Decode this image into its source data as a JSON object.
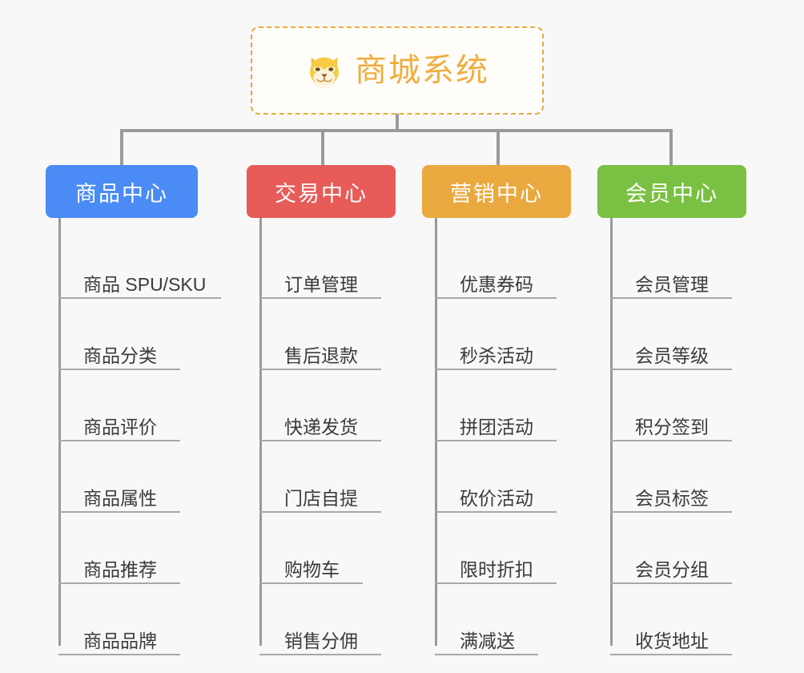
{
  "diagram": {
    "type": "organization-tree",
    "background_color": "#f8f8f8",
    "root": {
      "title": "商城系统",
      "icon": "dog-face-icon",
      "text_color": "#efae3f",
      "border_color": "#e9a93c",
      "border_style": "dashed"
    },
    "connector_color": "#9a9a9a",
    "categories": [
      {
        "label": "商品中心",
        "color": "#4a8bf5",
        "items": [
          "商品 SPU/SKU",
          "商品分类",
          "商品评价",
          "商品属性",
          "商品推荐",
          "商品品牌"
        ]
      },
      {
        "label": "交易中心",
        "color": "#e75b58",
        "items": [
          "订单管理",
          "售后退款",
          "快递发货",
          "门店自提",
          "购物车",
          "销售分佣"
        ]
      },
      {
        "label": "营销中心",
        "color": "#eaa93f",
        "items": [
          "优惠券码",
          "秒杀活动",
          "拼团活动",
          "砍价活动",
          "限时折扣",
          "满减送"
        ]
      },
      {
        "label": "会员中心",
        "color": "#7ac043",
        "items": [
          "会员管理",
          "会员等级",
          "积分签到",
          "会员标签",
          "会员分组",
          "收货地址"
        ]
      }
    ]
  }
}
